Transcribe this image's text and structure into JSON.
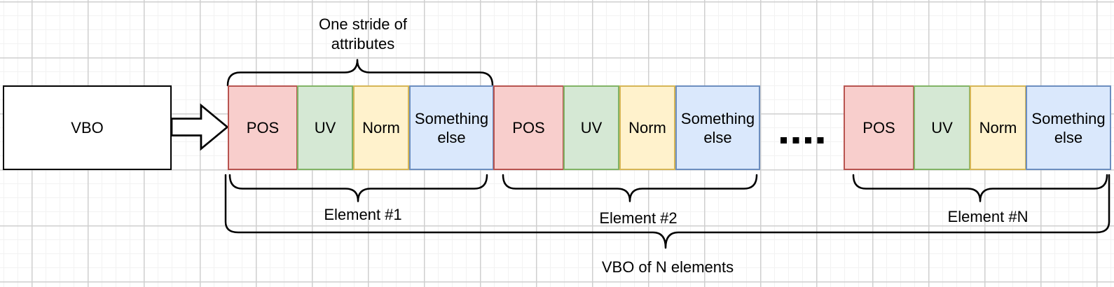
{
  "diagram": {
    "vbo_box_label": "VBO",
    "stride_annotation": "One stride of\nattributes",
    "total_annotation": "VBO of N elements",
    "ellipsis_icon": "four-black-square-dots",
    "groups": [
      {
        "brace_label": "Element #1",
        "cells": [
          {
            "label": "POS"
          },
          {
            "label": "UV"
          },
          {
            "label": "Norm"
          },
          {
            "label": "Something else"
          }
        ]
      },
      {
        "brace_label": "Element #2",
        "cells": [
          {
            "label": "POS"
          },
          {
            "label": "UV"
          },
          {
            "label": "Norm"
          },
          {
            "label": "Something else"
          }
        ]
      },
      {
        "brace_label": "Element #N",
        "cells": [
          {
            "label": "POS"
          },
          {
            "label": "UV"
          },
          {
            "label": "Norm"
          },
          {
            "label": "Something else"
          }
        ]
      }
    ],
    "colors": {
      "pos_fill": "#F8CECC",
      "pos_stroke": "#B85450",
      "uv_fill": "#D5E8D4",
      "uv_stroke": "#82B366",
      "norm_fill": "#FFF2CC",
      "norm_stroke": "#D6B656",
      "else_fill": "#DAE8FC",
      "else_stroke": "#6C8EBF",
      "line_stroke": "#000000",
      "grid_minor": "#F2F2F2",
      "grid_major": "#CFCFCF"
    }
  }
}
